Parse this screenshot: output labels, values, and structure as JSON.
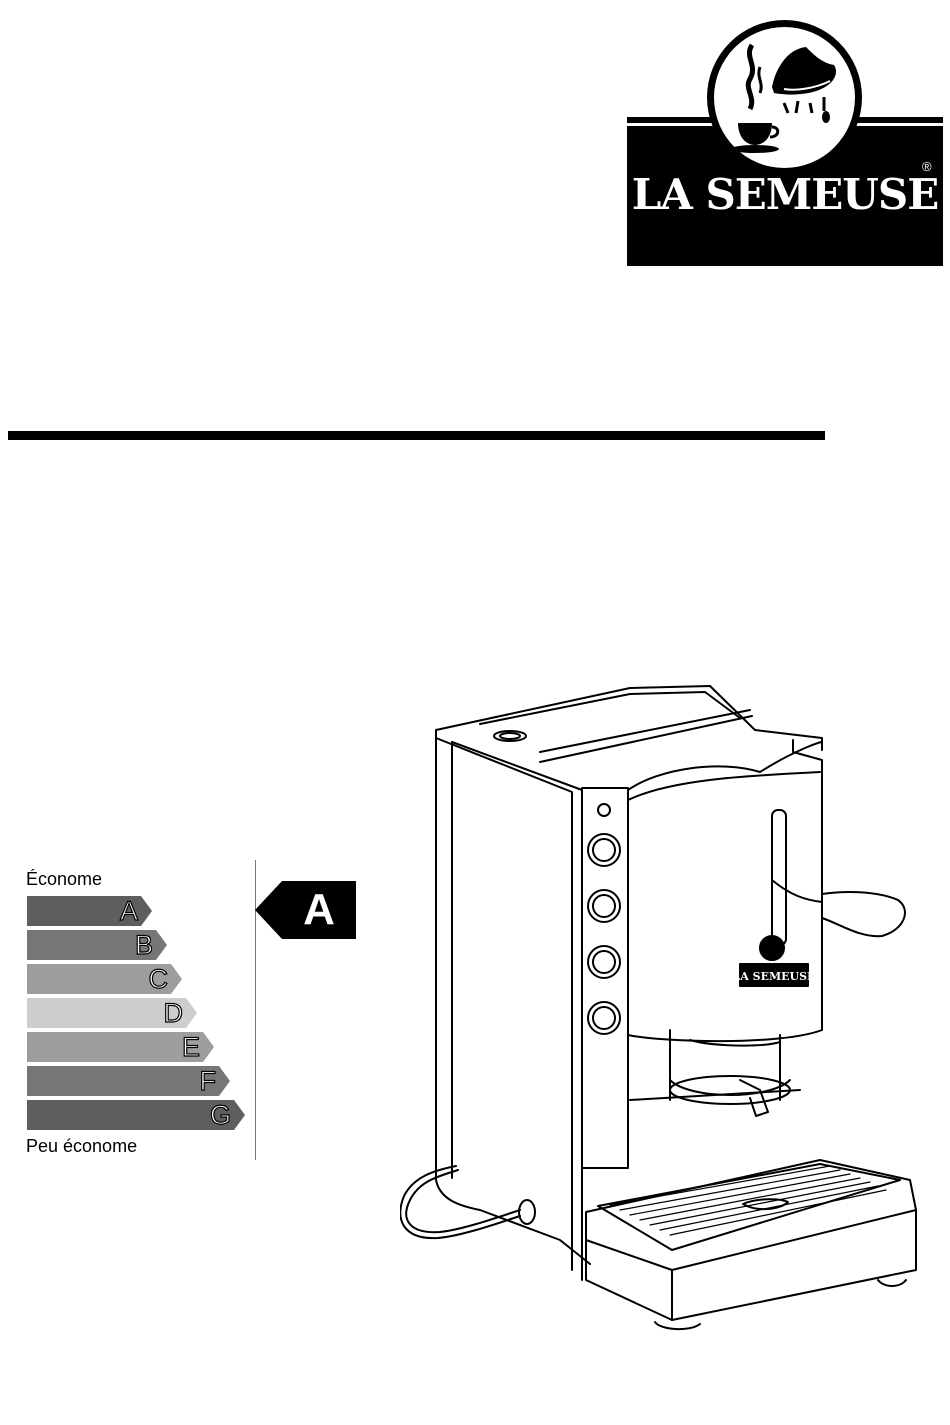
{
  "brand": {
    "name": "LA SEMEUSE",
    "registered_mark": "®",
    "colors": {
      "box": "#000000",
      "text": "#ffffff"
    }
  },
  "energy_label": {
    "top_label": "Économe",
    "bottom_label": "Peu économe",
    "classes": [
      {
        "letter": "A",
        "color": "#5e5e5e"
      },
      {
        "letter": "B",
        "color": "#767676"
      },
      {
        "letter": "C",
        "color": "#9d9d9d"
      },
      {
        "letter": "D",
        "color": "#cdcdcd"
      },
      {
        "letter": "E",
        "color": "#9d9d9d"
      },
      {
        "letter": "F",
        "color": "#767676"
      },
      {
        "letter": "G",
        "color": "#5e5e5e"
      }
    ],
    "rating": "A"
  },
  "machine": {
    "brand_plate": "LA SEMEUSE",
    "icons": [
      "coffee-cup-icon",
      "steam-icon"
    ]
  }
}
